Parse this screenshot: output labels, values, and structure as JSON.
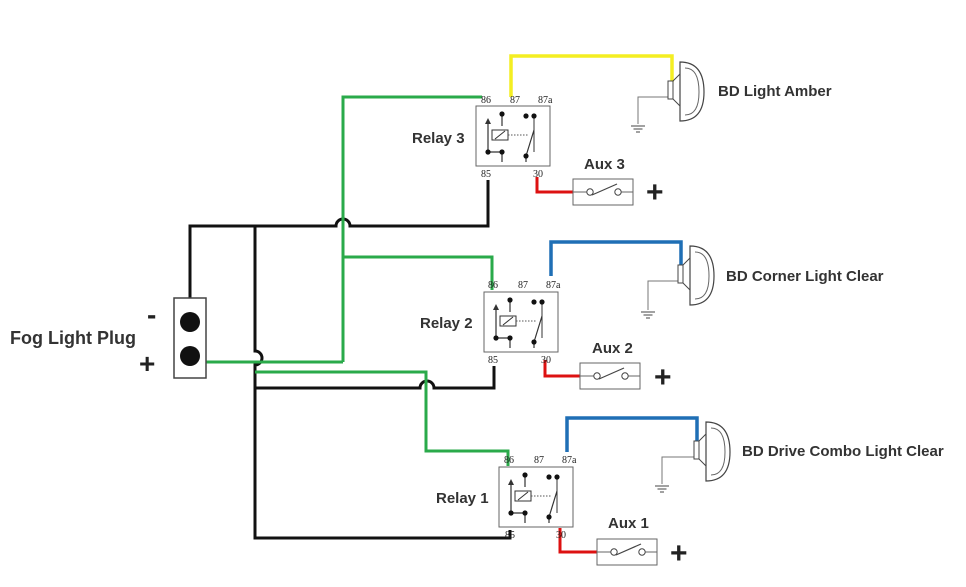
{
  "colors": {
    "ground": "#111111",
    "trigger": "#2aaa4a",
    "battery": "#dd1111",
    "amber": "#f4ee22",
    "clear": "#1f6fb5",
    "component": "#666666"
  },
  "plug": {
    "label": "Fog Light Plug",
    "minus": "-",
    "plus": "+"
  },
  "relays": [
    {
      "label": "Relay 3",
      "pins": {
        "p86": "86",
        "p87": "87",
        "p87a": "87a",
        "p85": "85",
        "p30": "30"
      }
    },
    {
      "label": "Relay 2",
      "pins": {
        "p86": "86",
        "p87": "87",
        "p87a": "87a",
        "p85": "85",
        "p30": "30"
      }
    },
    {
      "label": "Relay 1",
      "pins": {
        "p86": "86",
        "p87": "87",
        "p87a": "87a",
        "p85": "85",
        "p30": "30"
      }
    }
  ],
  "aux": [
    {
      "label": "Aux 3",
      "plus": "+"
    },
    {
      "label": "Aux 2",
      "plus": "+"
    },
    {
      "label": "Aux 1",
      "plus": "+"
    }
  ],
  "lights": [
    {
      "label": "BD Light Amber",
      "wire_color": "amber"
    },
    {
      "label": "BD Corner Light Clear",
      "wire_color": "clear"
    },
    {
      "label": "BD Drive Combo Light Clear",
      "wire_color": "clear"
    }
  ]
}
